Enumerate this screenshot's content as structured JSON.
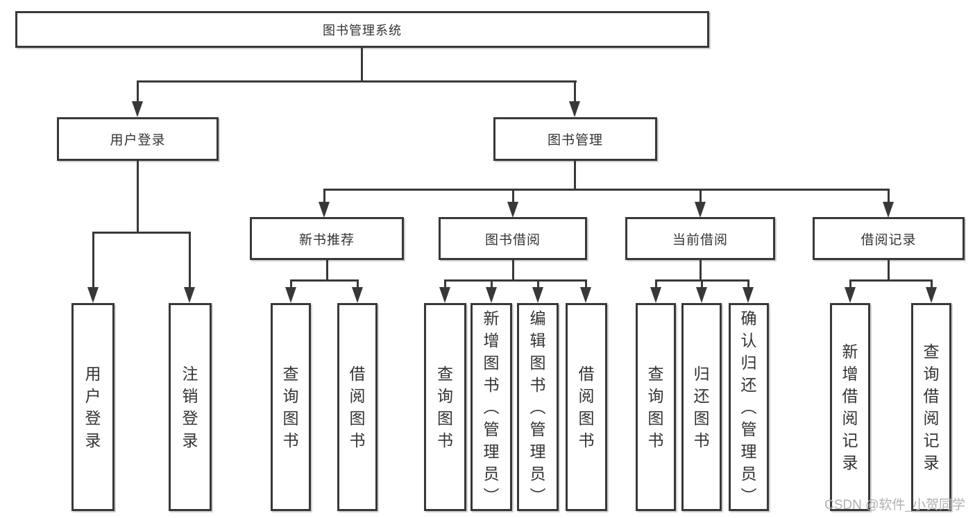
{
  "diagram": {
    "root": "图书管理系统",
    "user_login": {
      "label": "用户登录",
      "children": [
        "用户登录",
        "注销登录"
      ]
    },
    "book_mgmt": {
      "label": "图书管理",
      "sections": {
        "new_books": {
          "label": "新书推荐",
          "children": [
            "查询图书",
            "借阅图书"
          ]
        },
        "borrowing": {
          "label": "图书借阅",
          "children": [
            "查询图书",
            "新增图书（管理员）",
            "编辑图书（管理员）",
            "借阅图书"
          ]
        },
        "current": {
          "label": "当前借阅",
          "children": [
            "查询图书",
            "归还图书",
            "确认归还（管理员）"
          ]
        },
        "records": {
          "label": "借阅记录",
          "children": [
            "新增借阅记录",
            "查询借阅记录"
          ]
        }
      }
    }
  },
  "watermark": "CSDN @软件_小贺同学",
  "colors": {
    "line": "#383838",
    "text": "#333333",
    "box_background": "#ffffff",
    "page_background": "#ffffff",
    "watermark": "#b0b0b0"
  }
}
